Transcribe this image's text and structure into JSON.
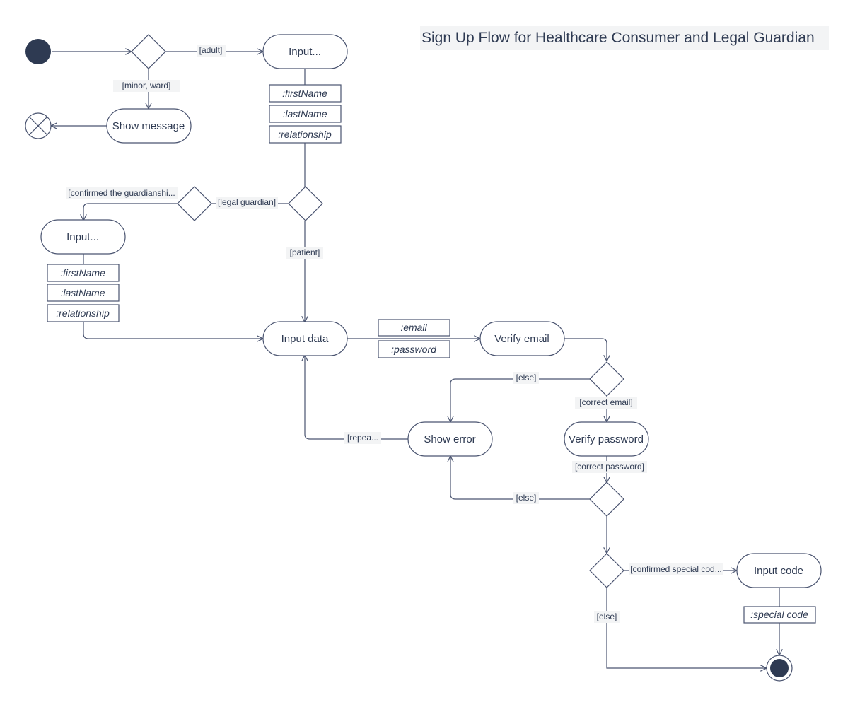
{
  "title": "Sign Up Flow for Healthcare Consumer and Legal Guardian",
  "actions": {
    "input_top": "Input...",
    "input_left": "Input...",
    "show_message": "Show message",
    "input_data": "Input data",
    "verify_email": "Verify email",
    "show_error": "Show error",
    "verify_password": "Verify password",
    "input_code": "Input code"
  },
  "pins": {
    "top_first_name": ":firstName",
    "top_last_name": ":lastName",
    "top_relationship": ":relationship",
    "left_first_name": ":firstName",
    "left_last_name": ":lastName",
    "left_relationship": ":relationship",
    "email": ":email",
    "password": ":password",
    "special_code": ":special code"
  },
  "guards": {
    "adult": "[adult]",
    "minor_ward": "[minor, ward]",
    "legal_guardian": "[legal guardian]",
    "confirmed_guardianship": "[confirmed the guardianshi...",
    "patient": "[patient]",
    "else_email": "[else]",
    "correct_email": "[correct email]",
    "repeat": "[repea...",
    "correct_password": "[correct password]",
    "else_password": "[else]",
    "confirmed_special_code": "[confirmed special cod...",
    "else_code": "[else]"
  },
  "colors": {
    "stroke": "#4a5470",
    "text": "#2e3a52",
    "node_fill": "#2e3a52",
    "label_bg": "#f3f4f5"
  }
}
